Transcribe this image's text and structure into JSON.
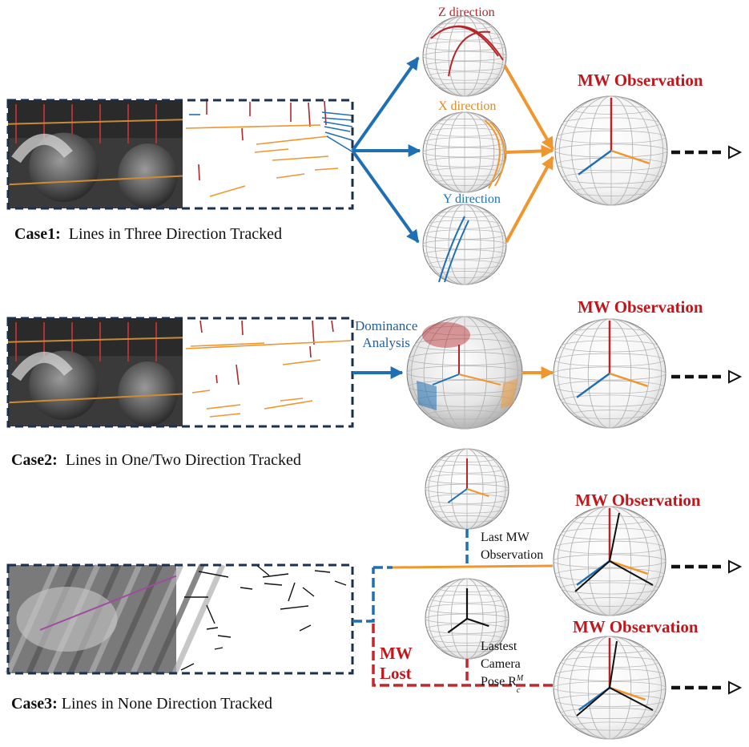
{
  "cases": [
    {
      "bold": "Case1:",
      "text": "  Lines in Three Direction Tracked"
    },
    {
      "bold": "Case2:",
      "text": "  Lines in One/Two Direction Tracked"
    },
    {
      "bold": "Case3:",
      "text": " Lines in None Direction Tracked"
    }
  ],
  "directions": {
    "z": "Z direction",
    "x": "X direction",
    "y": "Y direction"
  },
  "mw_observation": "MW Observation",
  "dominance": [
    "Dominance",
    "Analysis"
  ],
  "last_mw": [
    "Last MW",
    "Observation"
  ],
  "latest_pose": [
    "Lastest",
    "Camera",
    "Pose R"
  ],
  "pose_sub": "c",
  "pose_sup": "M",
  "mw_lost": [
    "MW",
    "Lost"
  ],
  "colors": {
    "blue": "#1f6fb4",
    "orange": "#f0962e",
    "red": "#b5262b",
    "dark_red": "#c0161c",
    "navy": "#1b2f4e",
    "black": "#111111",
    "dashed_red": "#c4262b"
  }
}
